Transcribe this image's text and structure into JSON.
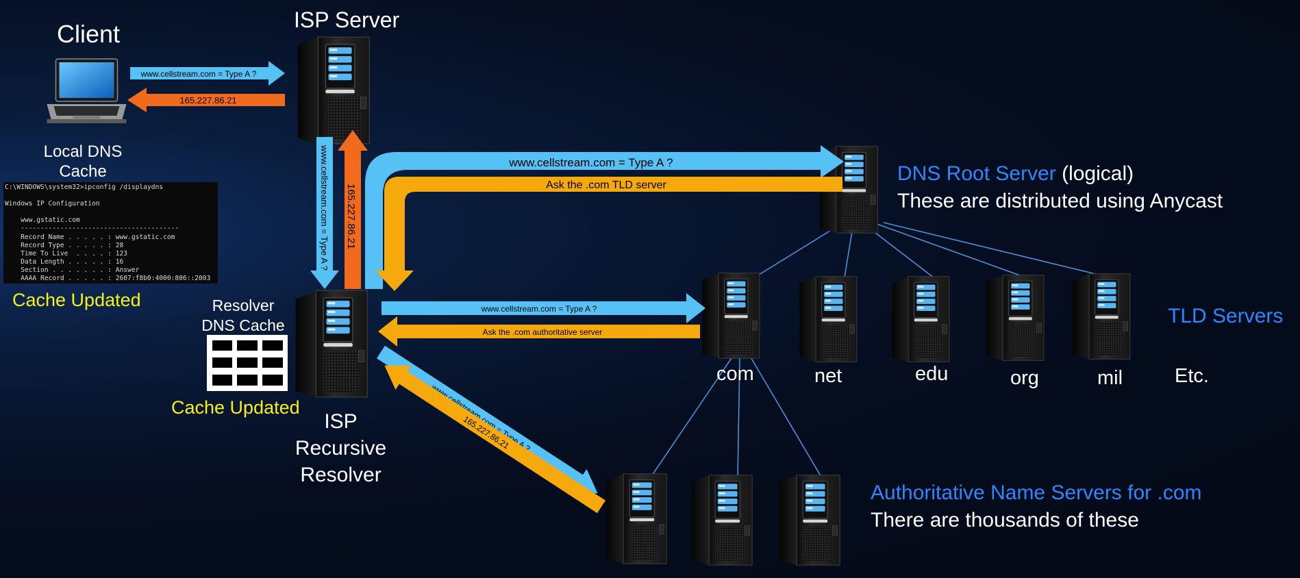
{
  "labels": {
    "client": "Client",
    "isp_server": "ISP Server",
    "local_dns_cache": "Local DNS Cache",
    "cache_updated_client": "Cache Updated",
    "resolver_dns_cache": "Resolver DNS Cache",
    "cache_updated_resolver": "Cache Updated",
    "isp_recursive_resolver": "ISP Recursive Resolver",
    "root_title": "DNS Root Server",
    "root_suffix": " (logical)",
    "root_subtitle": "These are distributed using Anycast",
    "tld_servers": "TLD Servers",
    "tld_names": [
      "com",
      "net",
      "edu",
      "org",
      "mil"
    ],
    "etc": "Etc.",
    "auth_title": "Authoritative Name Servers for .com",
    "auth_subtitle": "There are thousands of these"
  },
  "arrows": {
    "client_query": "www.cellstream.com = Type A ?",
    "client_answer": "165.227.86.21",
    "isp_down_query": "www.cellstream.com = Type A ?",
    "isp_up_answer": "165.227.86.21",
    "root_query": "www.cellstream.com = Type A ?",
    "root_answer": "Ask the .com TLD server",
    "tld_query": "www.cellstream.com = Type A ?",
    "tld_answer": "Ask the .com authoritative server",
    "auth_query": "www.cellstream.com = Type A ?",
    "auth_answer": "165.227.86.21"
  },
  "terminal": {
    "lines": [
      "C:\\WINDOWS\\system32>ipconfig /displaydns",
      "",
      "Windows IP Configuration",
      "",
      "    www.gstatic.com",
      "    ----------------------------------------",
      "    Record Name . . . . . : www.gstatic.com",
      "    Record Type . . . . . : 28",
      "    Time To Live  . . . . : 123",
      "    Data Length . . . . . : 16",
      "    Section . . . . . . . : Answer",
      "    AAAA Record . . . . . : 2607:f8b0:4000:806::2003"
    ]
  },
  "colors": {
    "query_arrow": "#55c1f5",
    "answer_orange": "#f26a1b",
    "answer_amber": "#f5a90d",
    "label_blue": "#2f86ff",
    "label_yellow": "#f7f01a",
    "link_line": "#4f8fd8"
  }
}
